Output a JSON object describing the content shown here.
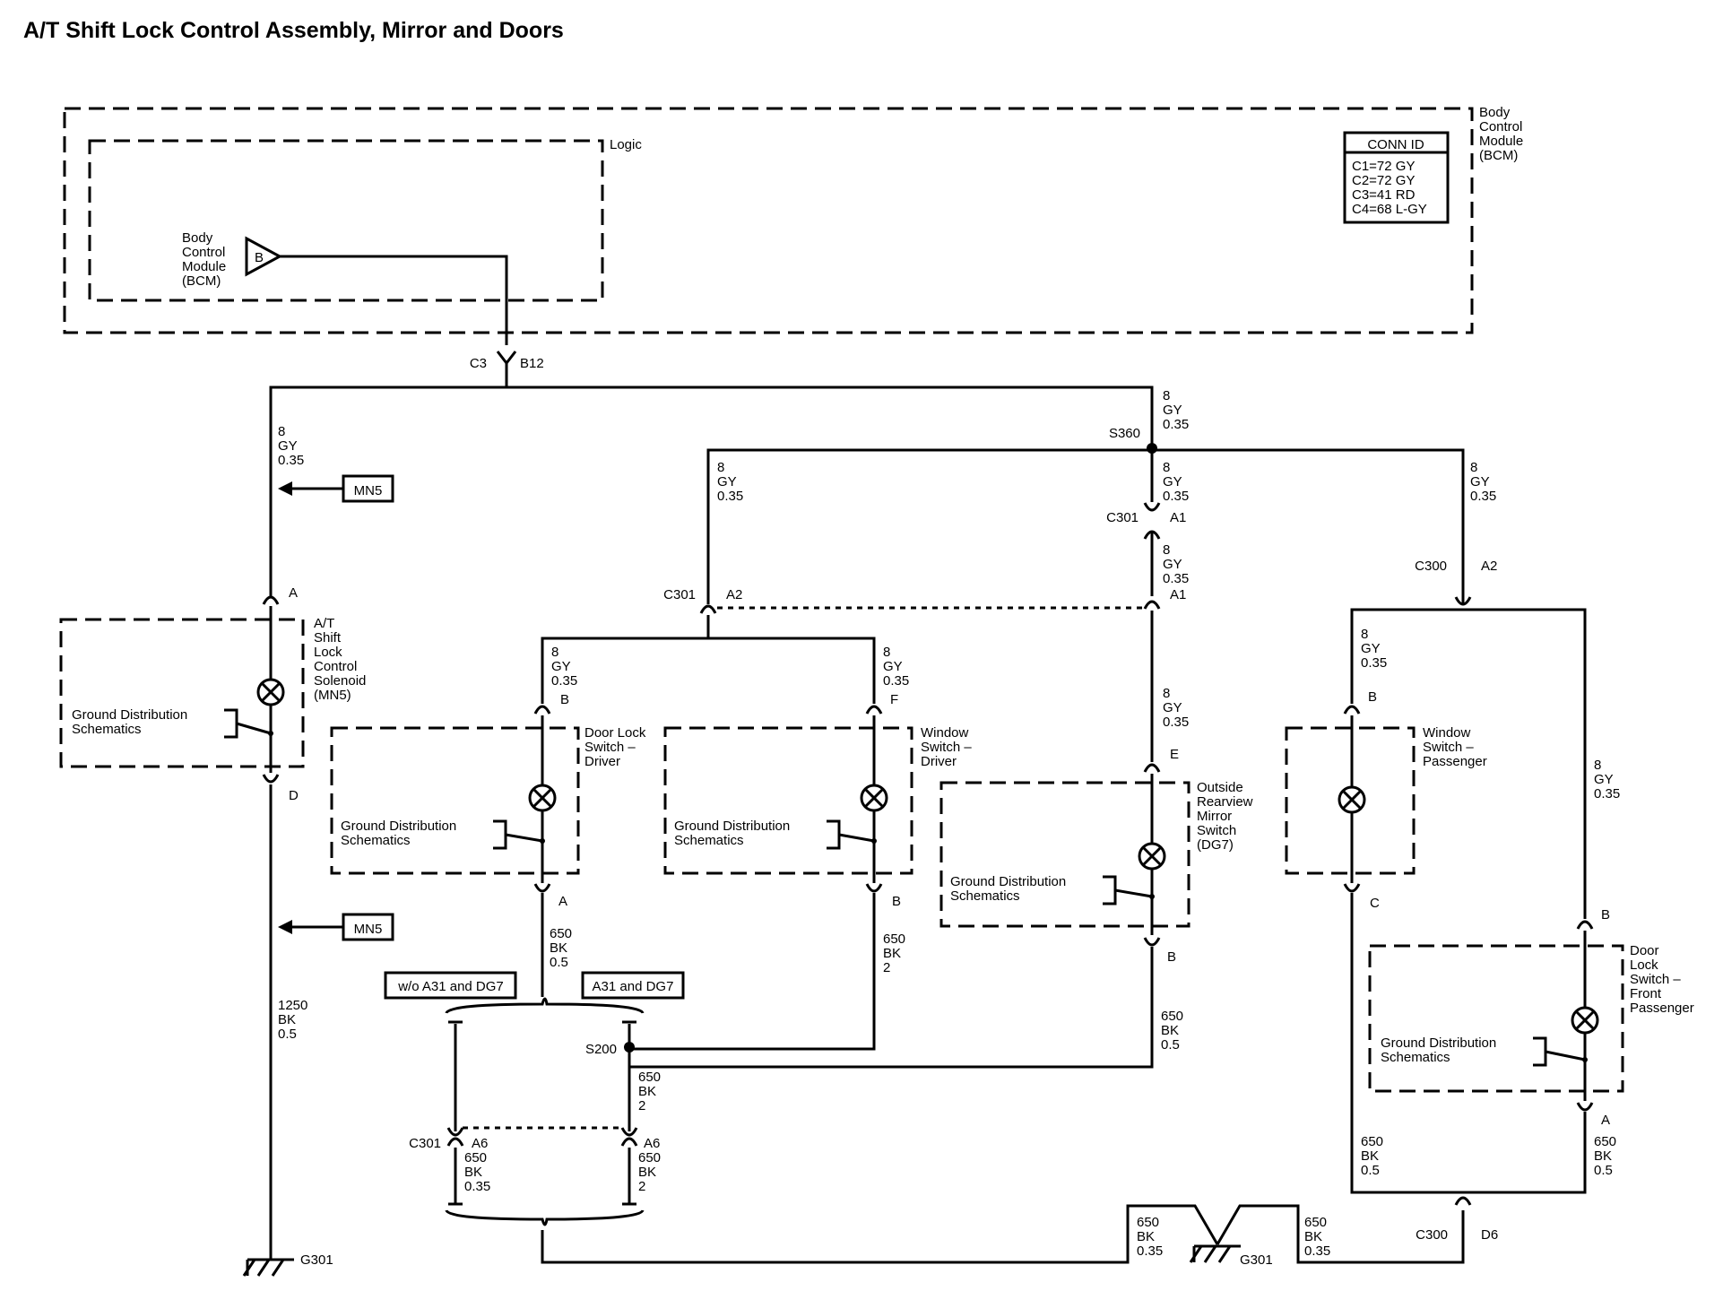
{
  "title": "A/T Shift Lock Control Assembly, Mirror and Doors",
  "bcm": {
    "label": [
      "Body",
      "Control",
      "Module",
      "(BCM)"
    ],
    "logic_label": "Logic",
    "inner_label": [
      "Body",
      "Control",
      "Module",
      "(BCM)"
    ],
    "pin": "B",
    "conn_title": "CONN ID",
    "conn_lines": [
      "C1=72 GY",
      "C2=72 GY",
      "C3=41 RD",
      "C4=68 L-GY"
    ]
  },
  "connectors": {
    "c3": "C3",
    "b12": "B12",
    "s360": "S360",
    "c301_a1": "C301",
    "a1_upper": "A1",
    "a1_lower": "A1",
    "c301_a2": "C301",
    "a2_left": "A2",
    "c300_a2": "C300",
    "a2_right": "A2",
    "s200": "S200",
    "c301_a6": "C301",
    "a6_left": "A6",
    "a6_right": "A6",
    "c300_d6": "C300",
    "d6": "D6",
    "g301_left": "G301",
    "g301_right": "G301"
  },
  "pins": {
    "solenoid_top": "A",
    "solenoid_bottom": "D",
    "doorlock_drv_top": "B",
    "doorlock_drv_bottom": "A",
    "window_drv_top": "F",
    "window_drv_bottom": "B",
    "mirror_top": "E",
    "mirror_bottom": "B",
    "window_pass_top": "B",
    "window_pass_bottom": "C",
    "doorlock_pass_top": "B",
    "doorlock_pass_bottom": "A"
  },
  "wires": {
    "w1": [
      "8",
      "GY",
      "0.35"
    ],
    "w2": [
      "8",
      "GY",
      "0.35"
    ],
    "w3": [
      "8",
      "GY",
      "0.35"
    ],
    "w4": [
      "8",
      "GY",
      "0.35"
    ],
    "w5": [
      "8",
      "GY",
      "0.35"
    ],
    "w6": [
      "8",
      "GY",
      "0.35"
    ],
    "w7": [
      "8",
      "GY",
      "0.35"
    ],
    "w8": [
      "8",
      "GY",
      "0.35"
    ],
    "w9": [
      "8",
      "GY",
      "0.35"
    ],
    "w10": [
      "8",
      "GY",
      "0.35"
    ],
    "w11": [
      "8",
      "GY",
      "0.35"
    ],
    "w12": [
      "1250",
      "BK",
      "0.5"
    ],
    "w13": [
      "650",
      "BK",
      "0.5"
    ],
    "w14": [
      "650",
      "BK",
      "2"
    ],
    "w15": [
      "650",
      "BK",
      "0.5"
    ],
    "w16": [
      "650",
      "BK",
      "2"
    ],
    "w17": [
      "650",
      "BK",
      "0.35"
    ],
    "w18": [
      "650",
      "BK",
      "2"
    ],
    "w19": [
      "650",
      "BK",
      "0.35"
    ],
    "w20": [
      "650",
      "BK",
      "0.35"
    ],
    "w21": [
      "650",
      "BK",
      "0.5"
    ],
    "w22": [
      "650",
      "BK",
      "0.5"
    ]
  },
  "components": {
    "solenoid": [
      "A/T",
      "Shift",
      "Lock",
      "Control",
      "Solenoid",
      "(MN5)"
    ],
    "doorlock_drv": [
      "Door Lock",
      "Switch –",
      "Driver"
    ],
    "window_drv": [
      "Window",
      "Switch –",
      "Driver"
    ],
    "mirror": [
      "Outside",
      "Rearview",
      "Mirror",
      "Switch",
      "(DG7)"
    ],
    "window_pass": [
      "Window",
      "Switch –",
      "Passenger"
    ],
    "doorlock_pass": [
      "Door",
      "Lock",
      "Switch –",
      "Front",
      "Passenger"
    ]
  },
  "ground_dist": [
    "Ground Distribution",
    "Schematics"
  ],
  "refs": {
    "mn5_upper": "MN5",
    "mn5_lower": "MN5"
  },
  "options": {
    "without": "w/o A31 and DG7",
    "with": "A31 and DG7"
  }
}
